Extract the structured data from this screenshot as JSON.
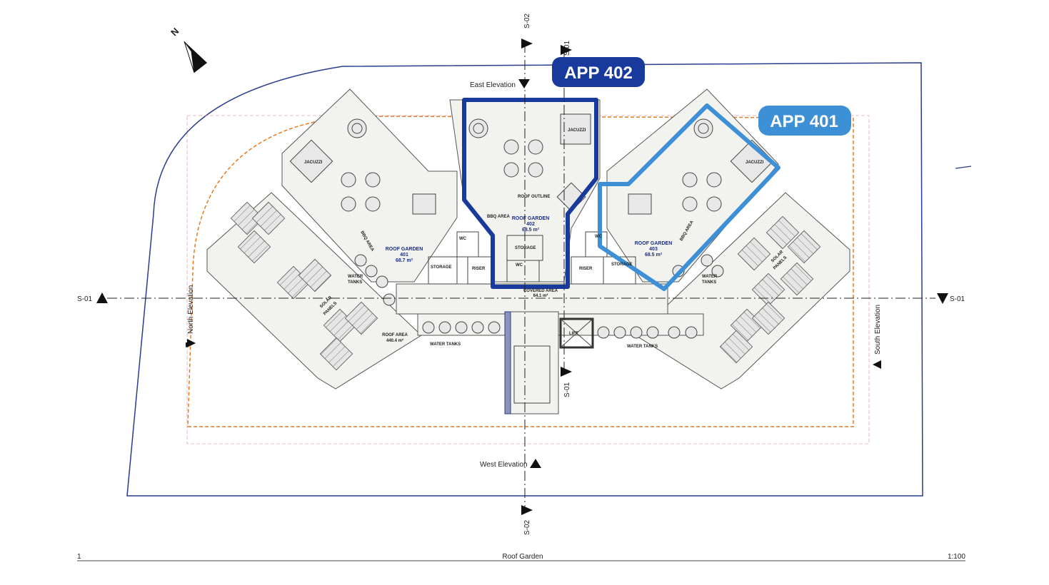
{
  "north_label": "N",
  "tags": {
    "app_402": "APP 402",
    "app_401": "APP 401"
  },
  "elevations": {
    "east": "East Elevation",
    "west": "West Elevation",
    "north": "North Elevation",
    "south": "South Elevation"
  },
  "sections": {
    "s01": "S-01",
    "s02": "S-02"
  },
  "gardens": [
    {
      "name": "ROOF GARDEN",
      "unit": "401",
      "area": "68.7 m²"
    },
    {
      "name": "ROOF GARDEN",
      "unit": "402",
      "area": "68.5 m²"
    },
    {
      "name": "ROOF GARDEN",
      "unit": "403",
      "area": "68.5 m²"
    }
  ],
  "roof_area": {
    "name": "ROOF AREA",
    "area": "440.4 m²"
  },
  "covered_area": {
    "name": "COVERED AREA",
    "area": "64.1 m²"
  },
  "labels": {
    "jacuzzi": "JACUZZI",
    "bbq_area": "BBQ AREA",
    "roof_outline": "ROOF OUTLINE",
    "storage": "STORAGE",
    "wc": "WC",
    "riser": "RISER",
    "lift": "LIFT",
    "water_tanks": "WATER TANKS",
    "water": "WATER",
    "tanks": "TANKS",
    "solar": "SOLAR",
    "panels": "PANELS"
  },
  "footer": {
    "number": "1",
    "title": "Roof Garden",
    "scale": "1:100"
  },
  "colors": {
    "site_boundary": "#2a3c8e",
    "setback": "#e87a1e",
    "app_402": "#173a9c",
    "app_401": "#3d8fd6"
  }
}
